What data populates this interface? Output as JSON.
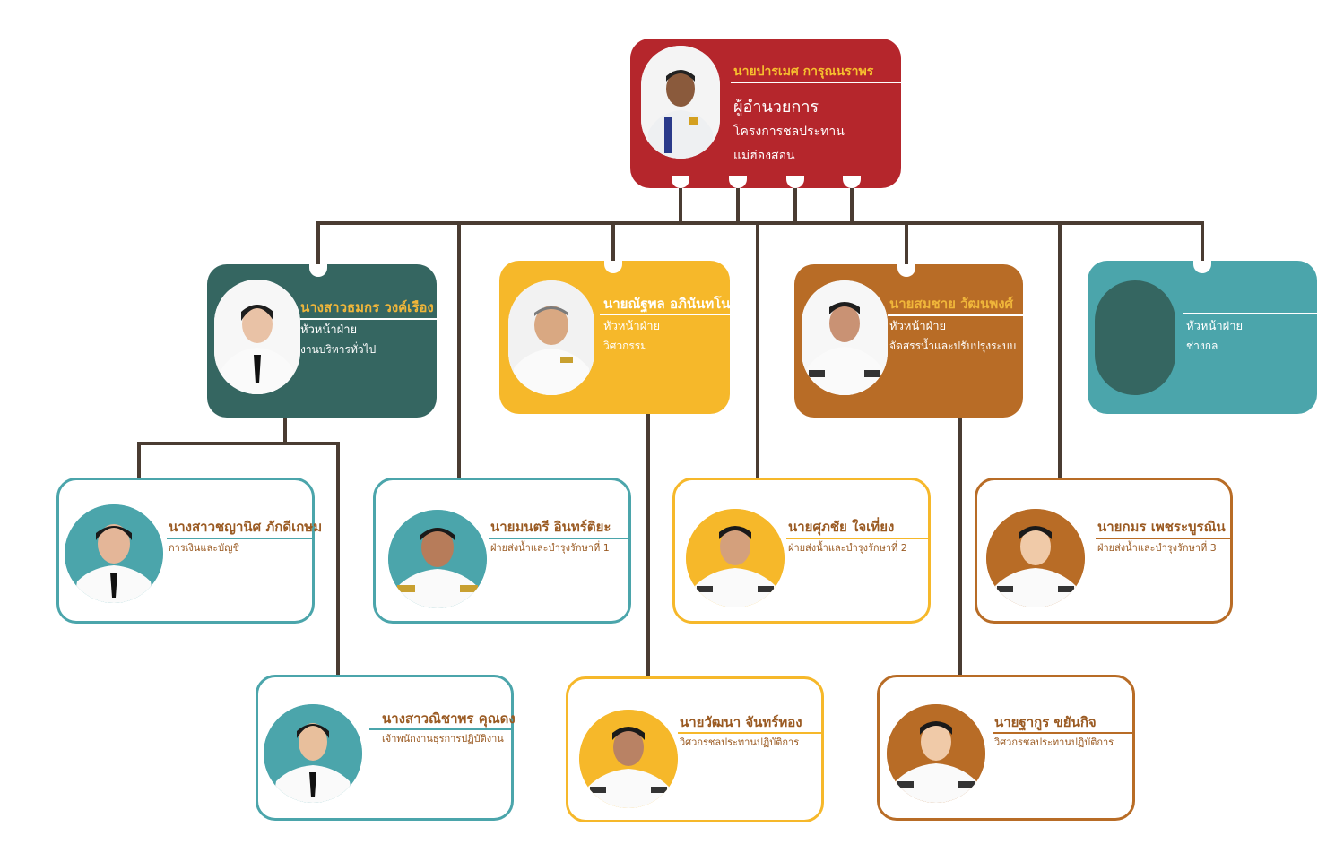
{
  "colors": {
    "line": "#4a3c32",
    "red": "#b5262c",
    "teal_dark": "#356661",
    "yellow": "#f6b82a",
    "brown": "#b86c26",
    "teal_light": "#4ba5ab",
    "name_red": "#f7c12e",
    "name_dark": "#f0b63a",
    "name_outline": "#9a5a22"
  },
  "director": {
    "name": "นายปารเมศ การุณนราพร",
    "title_line1": "ผู้อำนวยการ",
    "title_line2": "โครงการชลประทาน",
    "title_line3": "แม่ฮ่องสอน"
  },
  "heads": [
    {
      "name": "นางสาวธมกร วงค์เรือง",
      "title": "หัวหน้าฝ่าย",
      "dept": "งานบริหารทั่วไป"
    },
    {
      "name": "นายณัฐพล อภินันทโน",
      "title": "หัวหน้าฝ่าย",
      "dept": "วิศวกรรม"
    },
    {
      "name": "นายสมชาย วัฒนพงศ์",
      "title": "หัวหน้าฝ่าย",
      "dept": "จัดสรรน้ำและปรับปรุงระบบ"
    },
    {
      "name": "",
      "title": "หัวหน้าฝ่าย",
      "dept": "ช่างกล"
    }
  ],
  "staff_row1": [
    {
      "name": "นางสาวชญานิศ ภักดีเกษม",
      "dept": "การเงินและบัญชี"
    },
    {
      "name": "นายมนตรี อินทร์ติยะ",
      "dept": "ฝ่ายส่งน้ำและบำรุงรักษาที่ 1"
    },
    {
      "name": "นายศุภชัย ใจเที่ยง",
      "dept": "ฝ่ายส่งน้ำและบำรุงรักษาที่ 2"
    },
    {
      "name": "นายกมร เพชระบูรณิน",
      "dept": "ฝ่ายส่งน้ำและบำรุงรักษาที่ 3"
    }
  ],
  "staff_row2": [
    {
      "name": "นางสาวณิชาพร คุณดง",
      "dept": "เจ้าพนักงานธุรการปฏิบัติงาน"
    },
    {
      "name": "นายวัฒนา จันทร์ทอง",
      "dept": "วิศวกรชลประทานปฏิบัติการ"
    },
    {
      "name": "นายฐากูร ขยันกิจ",
      "dept": "วิศวกรชลประทานปฏิบัติการ"
    }
  ]
}
